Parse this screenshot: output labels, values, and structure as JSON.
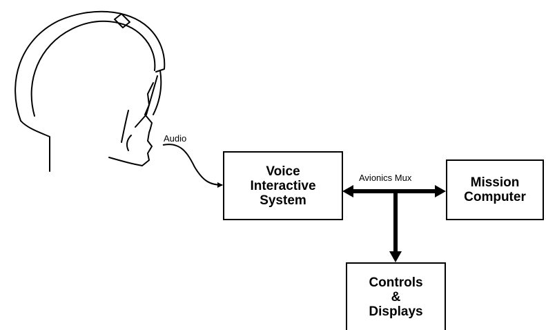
{
  "diagram": {
    "audio_label": "Audio",
    "bus_label": "Avionics Mux",
    "voice_box": [
      "Voice",
      "Interactive",
      "System"
    ],
    "mission_box": [
      "Mission",
      "Computer"
    ],
    "controls_box": [
      "Controls",
      "&",
      "Displays"
    ]
  },
  "colors": {
    "stroke": "#000000",
    "background": "#ffffff"
  },
  "icons": [
    "pilot-helmet-icon"
  ]
}
